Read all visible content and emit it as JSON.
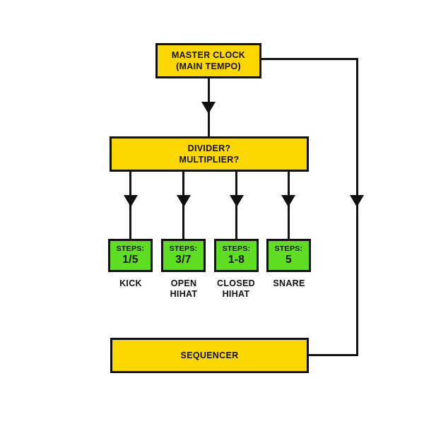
{
  "diagram": {
    "title_hint": "drum-machine clock flow diagram",
    "colors": {
      "background": "#ffffff",
      "box_yellow": "#FDD700",
      "box_green": "#5FDD22",
      "line": "#111111"
    },
    "nodes": {
      "master_clock": {
        "line1": "MASTER CLOCK",
        "line2": "(MAIN TEMPO)"
      },
      "divider": {
        "line1": "DIVIDER?",
        "line2": "MULTIPLIER?"
      },
      "sequencer": {
        "label": "SEQUENCER"
      },
      "channels": [
        {
          "steps_label": "STEPS:",
          "steps_value": "1/5",
          "name_line1": "KICK",
          "name_line2": ""
        },
        {
          "steps_label": "STEPS:",
          "steps_value": "3/7",
          "name_line1": "OPEN",
          "name_line2": "HIHAT"
        },
        {
          "steps_label": "STEPS:",
          "steps_value": "1-8",
          "name_line1": "CLOSED",
          "name_line2": "HIHAT"
        },
        {
          "steps_label": "STEPS:",
          "steps_value": "5",
          "name_line1": "SNARE",
          "name_line2": ""
        }
      ]
    }
  }
}
